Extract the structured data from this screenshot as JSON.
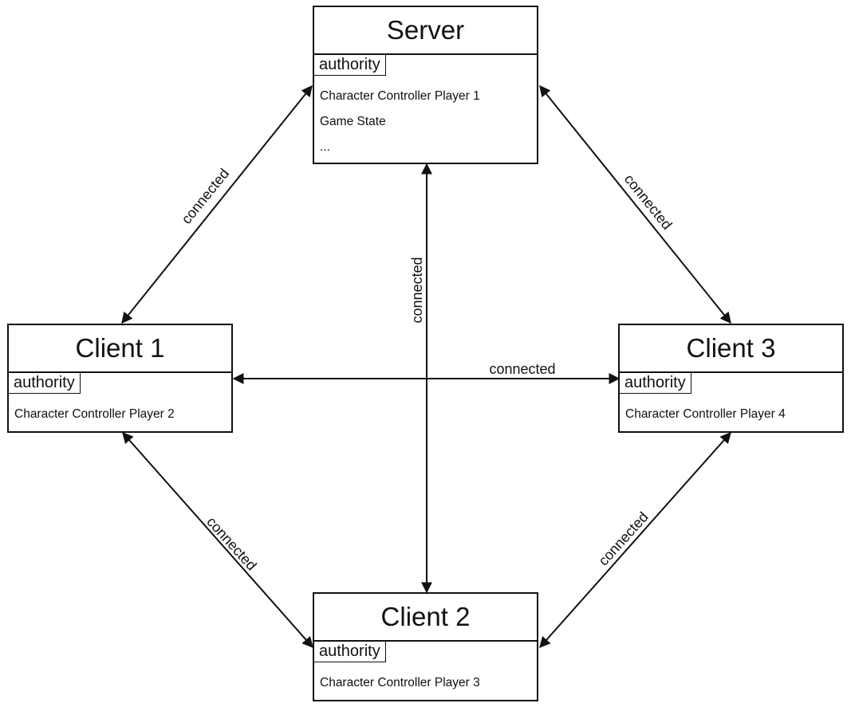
{
  "nodes": {
    "server": {
      "title": "Server",
      "badge": "authority",
      "items": [
        "Character Controller Player 1",
        "Game State",
        "..."
      ]
    },
    "client1": {
      "title": "Client 1",
      "badge": "authority",
      "items": [
        "Character Controller Player 2"
      ]
    },
    "client2": {
      "title": "Client 2",
      "badge": "authority",
      "items": [
        "Character Controller Player 3"
      ]
    },
    "client3": {
      "title": "Client 3",
      "badge": "authority",
      "items": [
        "Character Controller Player 4"
      ]
    }
  },
  "edges": [
    {
      "from": "server",
      "to": "client1",
      "label": "connected"
    },
    {
      "from": "server",
      "to": "client3",
      "label": "connected"
    },
    {
      "from": "server",
      "to": "client2",
      "label": "connected"
    },
    {
      "from": "client1",
      "to": "client3",
      "label": "connected"
    },
    {
      "from": "client1",
      "to": "client2",
      "label": "connected"
    },
    {
      "from": "client3",
      "to": "client2",
      "label": "connected"
    }
  ]
}
